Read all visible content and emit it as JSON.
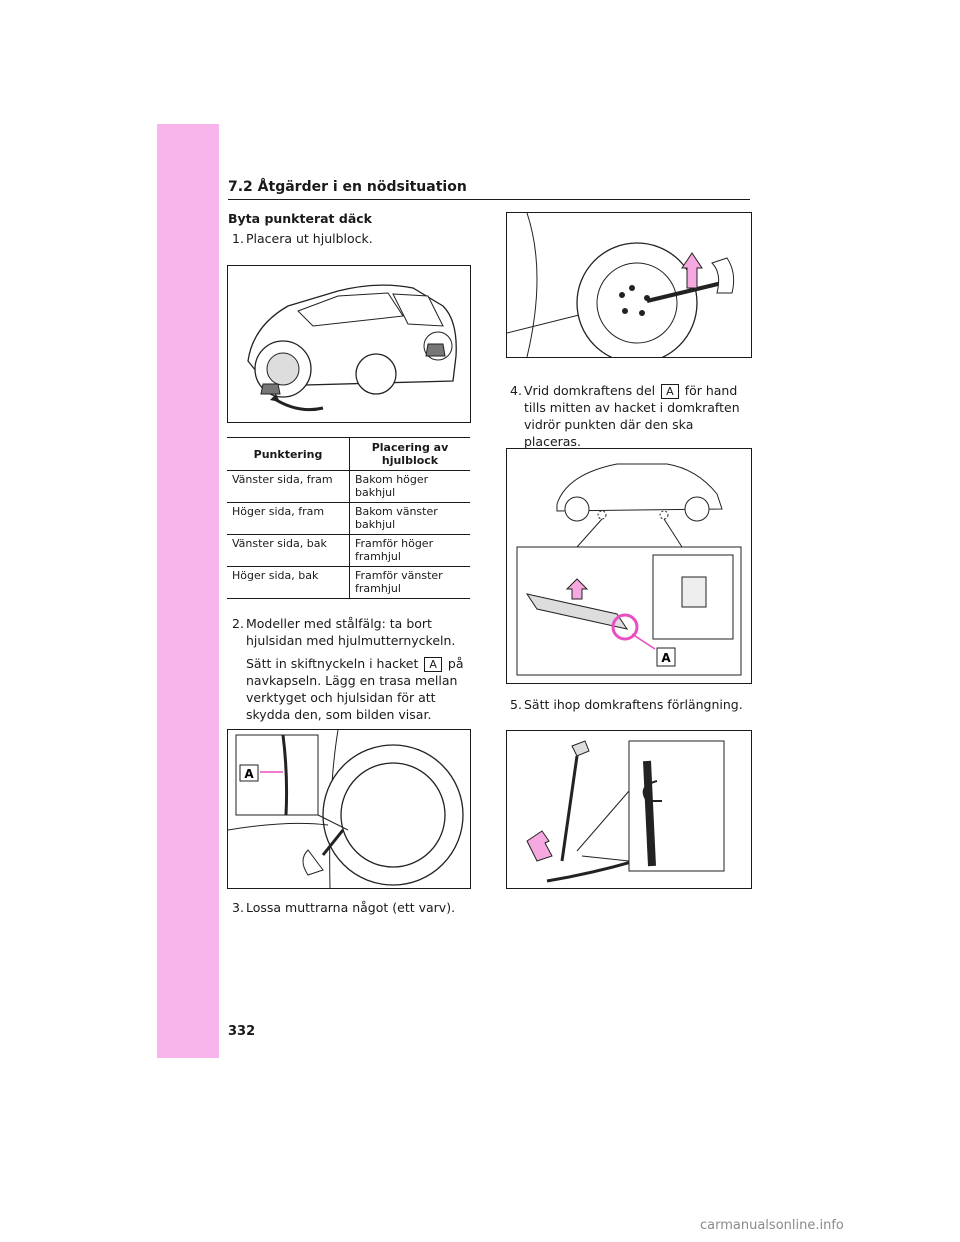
{
  "section": {
    "title": "7.2  Åtgärder i en nödsituation"
  },
  "heading": "Byta punkterat däck",
  "steps": {
    "s1": {
      "num": "1.",
      "text": "Placera ut hjulblock."
    },
    "s2": {
      "num": "2.",
      "line1": "Modeller med stålfälg: ta bort hjulsidan med hjulmutternyckeln.",
      "line2a": "Sätt in skiftnyckeln i hacket",
      "line2b": "på navkapseln. Lägg en trasa mellan verktyget och hjulsidan för att skydda den, som bilden visar."
    },
    "s3": {
      "num": "3.",
      "text": "Lossa muttrarna något (ett varv)."
    },
    "s4": {
      "num": "4.",
      "a": "Vrid domkraftens del",
      "b": "för hand tills mitten av hacket i domkraften vidrör punkten där den ska placeras."
    },
    "s5": {
      "num": "5.",
      "text": "Sätt ihop domkraftens förlängning."
    }
  },
  "labelA": "A",
  "table": {
    "headers": [
      "Punktering",
      "Placering av hjulblock"
    ],
    "rows": [
      [
        "Vänster sida, fram",
        "Bakom höger bakhjul"
      ],
      [
        "Höger sida, fram",
        "Bakom vänster bakhjul"
      ],
      [
        "Vänster sida, bak",
        "Framför höger framhjul"
      ],
      [
        "Höger sida, bak",
        "Framför vänster framhjul"
      ]
    ]
  },
  "page_number": "332",
  "watermark": "carmanualsonline.info",
  "colors": {
    "sidebar": "#f7b5ec",
    "accent": "#e94fc1",
    "arrow_fill": "#f6a8e0"
  }
}
